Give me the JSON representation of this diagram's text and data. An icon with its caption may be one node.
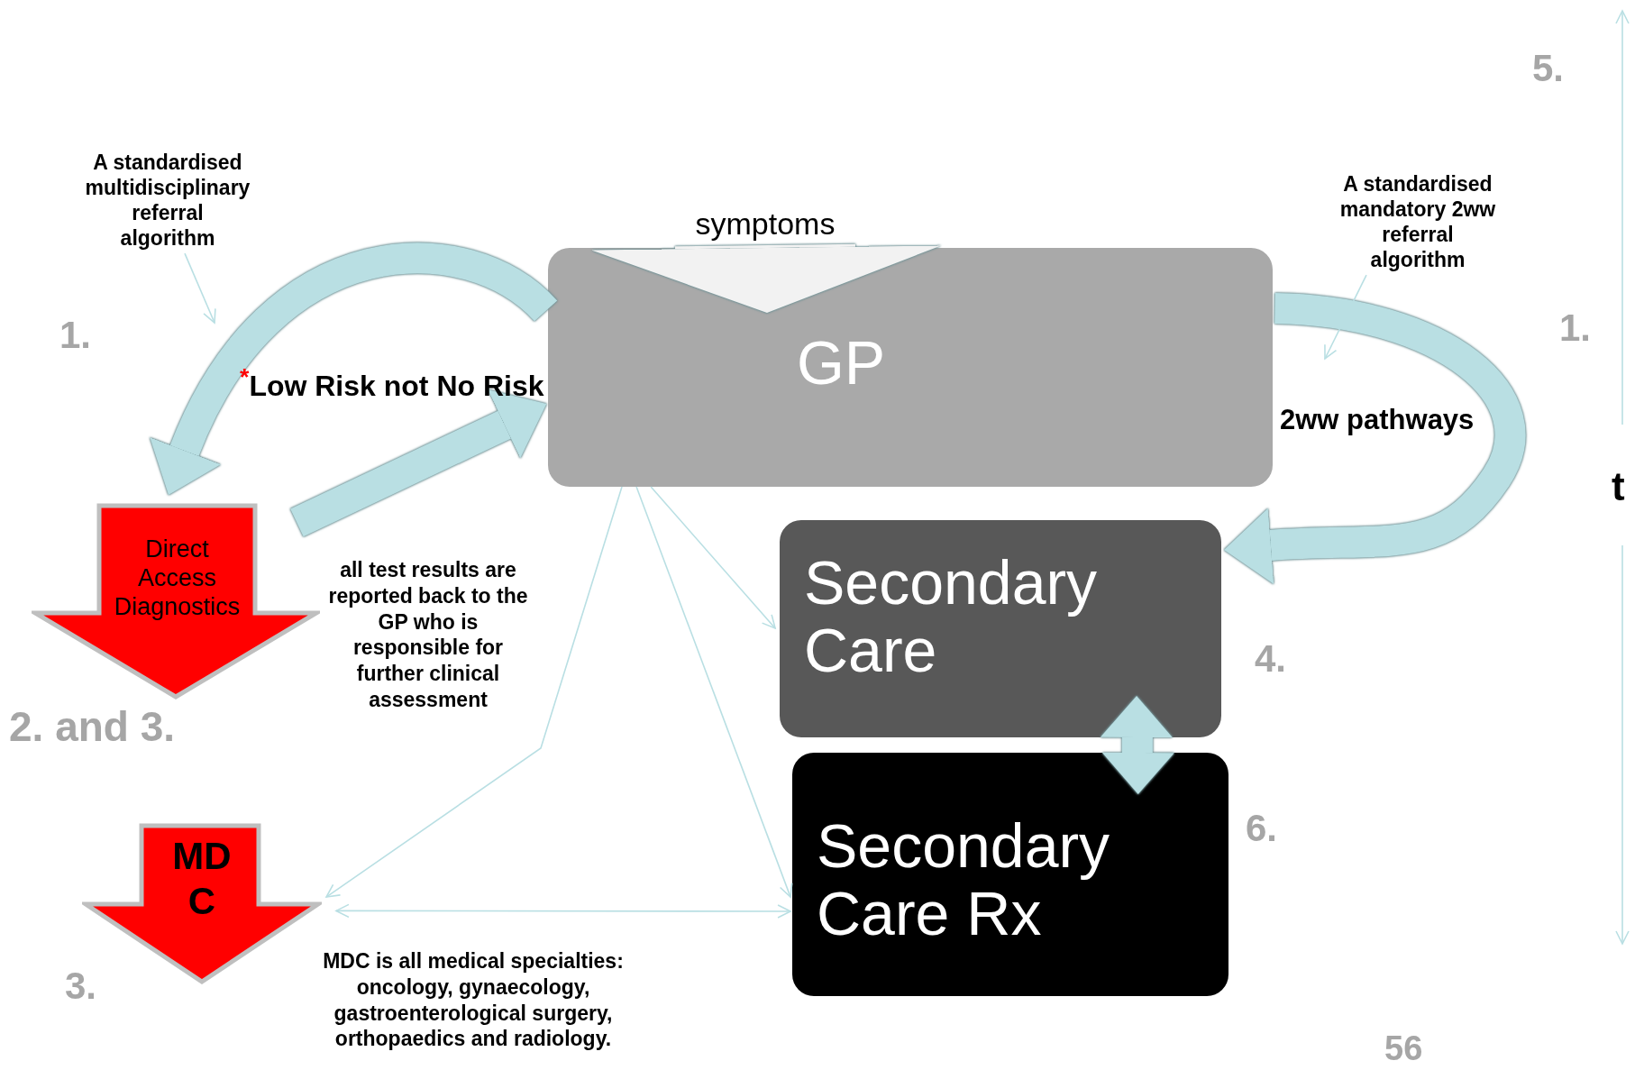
{
  "diagram": {
    "nodes": [
      {
        "text": [
          "GP"
        ]
      },
      {
        "text": [
          "symptoms"
        ]
      },
      {
        "text": [
          "A standardised multidisciplinary referral algorithm"
        ]
      },
      {
        "text": [
          "Direct Access Diagnostics"
        ]
      },
      {
        "text": [
          "MD C"
        ]
      },
      {
        "text": [
          "Secondary Care"
        ]
      },
      {
        "text": [
          "Secondary Care Rx"
        ]
      },
      {
        "text": [
          "A standardised mandatory 2ww referral algorithm"
        ]
      }
    ],
    "edges": [
      {
        "from": 1,
        "to": 0,
        "arrow": "to",
        "style": "thick",
        "color": "#f2f2f2"
      },
      {
        "from": 0,
        "to": 3,
        "arrow": "to",
        "style": "thick"
      },
      {
        "from": 3,
        "to": 0,
        "arrow": "to",
        "style": "thick"
      },
      {
        "from": 0,
        "to": 5,
        "arrow": "to",
        "style": "thick",
        "label": "2ww pathways"
      },
      {
        "from": 2,
        "to": null,
        "arrow": "to"
      },
      {
        "from": 7,
        "to": null,
        "arrow": "to"
      },
      {
        "from": 0,
        "to": 4,
        "arrow": "to"
      },
      {
        "from": 0,
        "to": 6,
        "arrow": "to"
      },
      {
        "from": 0,
        "to": 5,
        "arrow": "to"
      },
      {
        "from": 4,
        "to": 6,
        "arrow": "both"
      },
      {
        "from": 5,
        "to": 6,
        "arrow": "both",
        "style": "thick"
      }
    ],
    "labels": [
      "5.",
      "1.",
      "1.",
      "$^{*}$Low Risk not No Risk",
      "t",
      "all test results are reported back to the GP who is responsible for further clinical assessment",
      "2. and 3.",
      "4.",
      "6.",
      "3.",
      "MDC is all medical specialties: oncology, gynaecology, gastroenterological surgery, orthopaedics and radiology.",
      "56"
    ]
  }
}
